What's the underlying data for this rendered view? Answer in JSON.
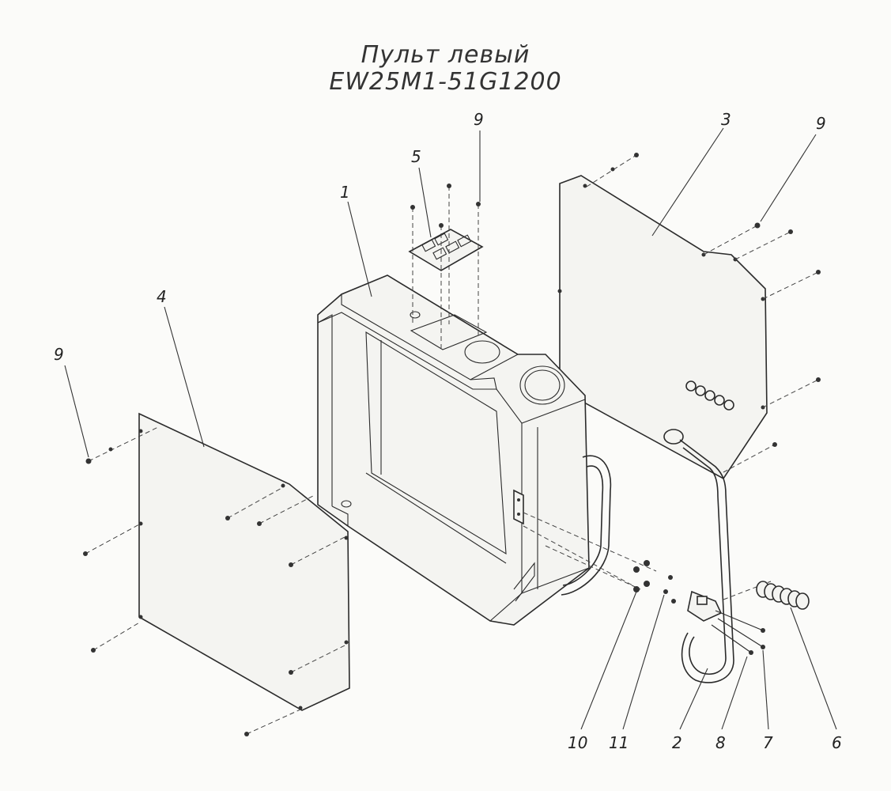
{
  "title": {
    "line1": "Пульт левый",
    "line2": "EW25M1-51G1200"
  },
  "callouts": {
    "p1": "1",
    "p2": "2",
    "p3": "3",
    "p4": "4",
    "p5": "5",
    "p6": "6",
    "p7": "7",
    "p8": "8",
    "p9a": "9",
    "p9b": "9",
    "p9c": "9",
    "p10": "10",
    "p11": "11"
  }
}
